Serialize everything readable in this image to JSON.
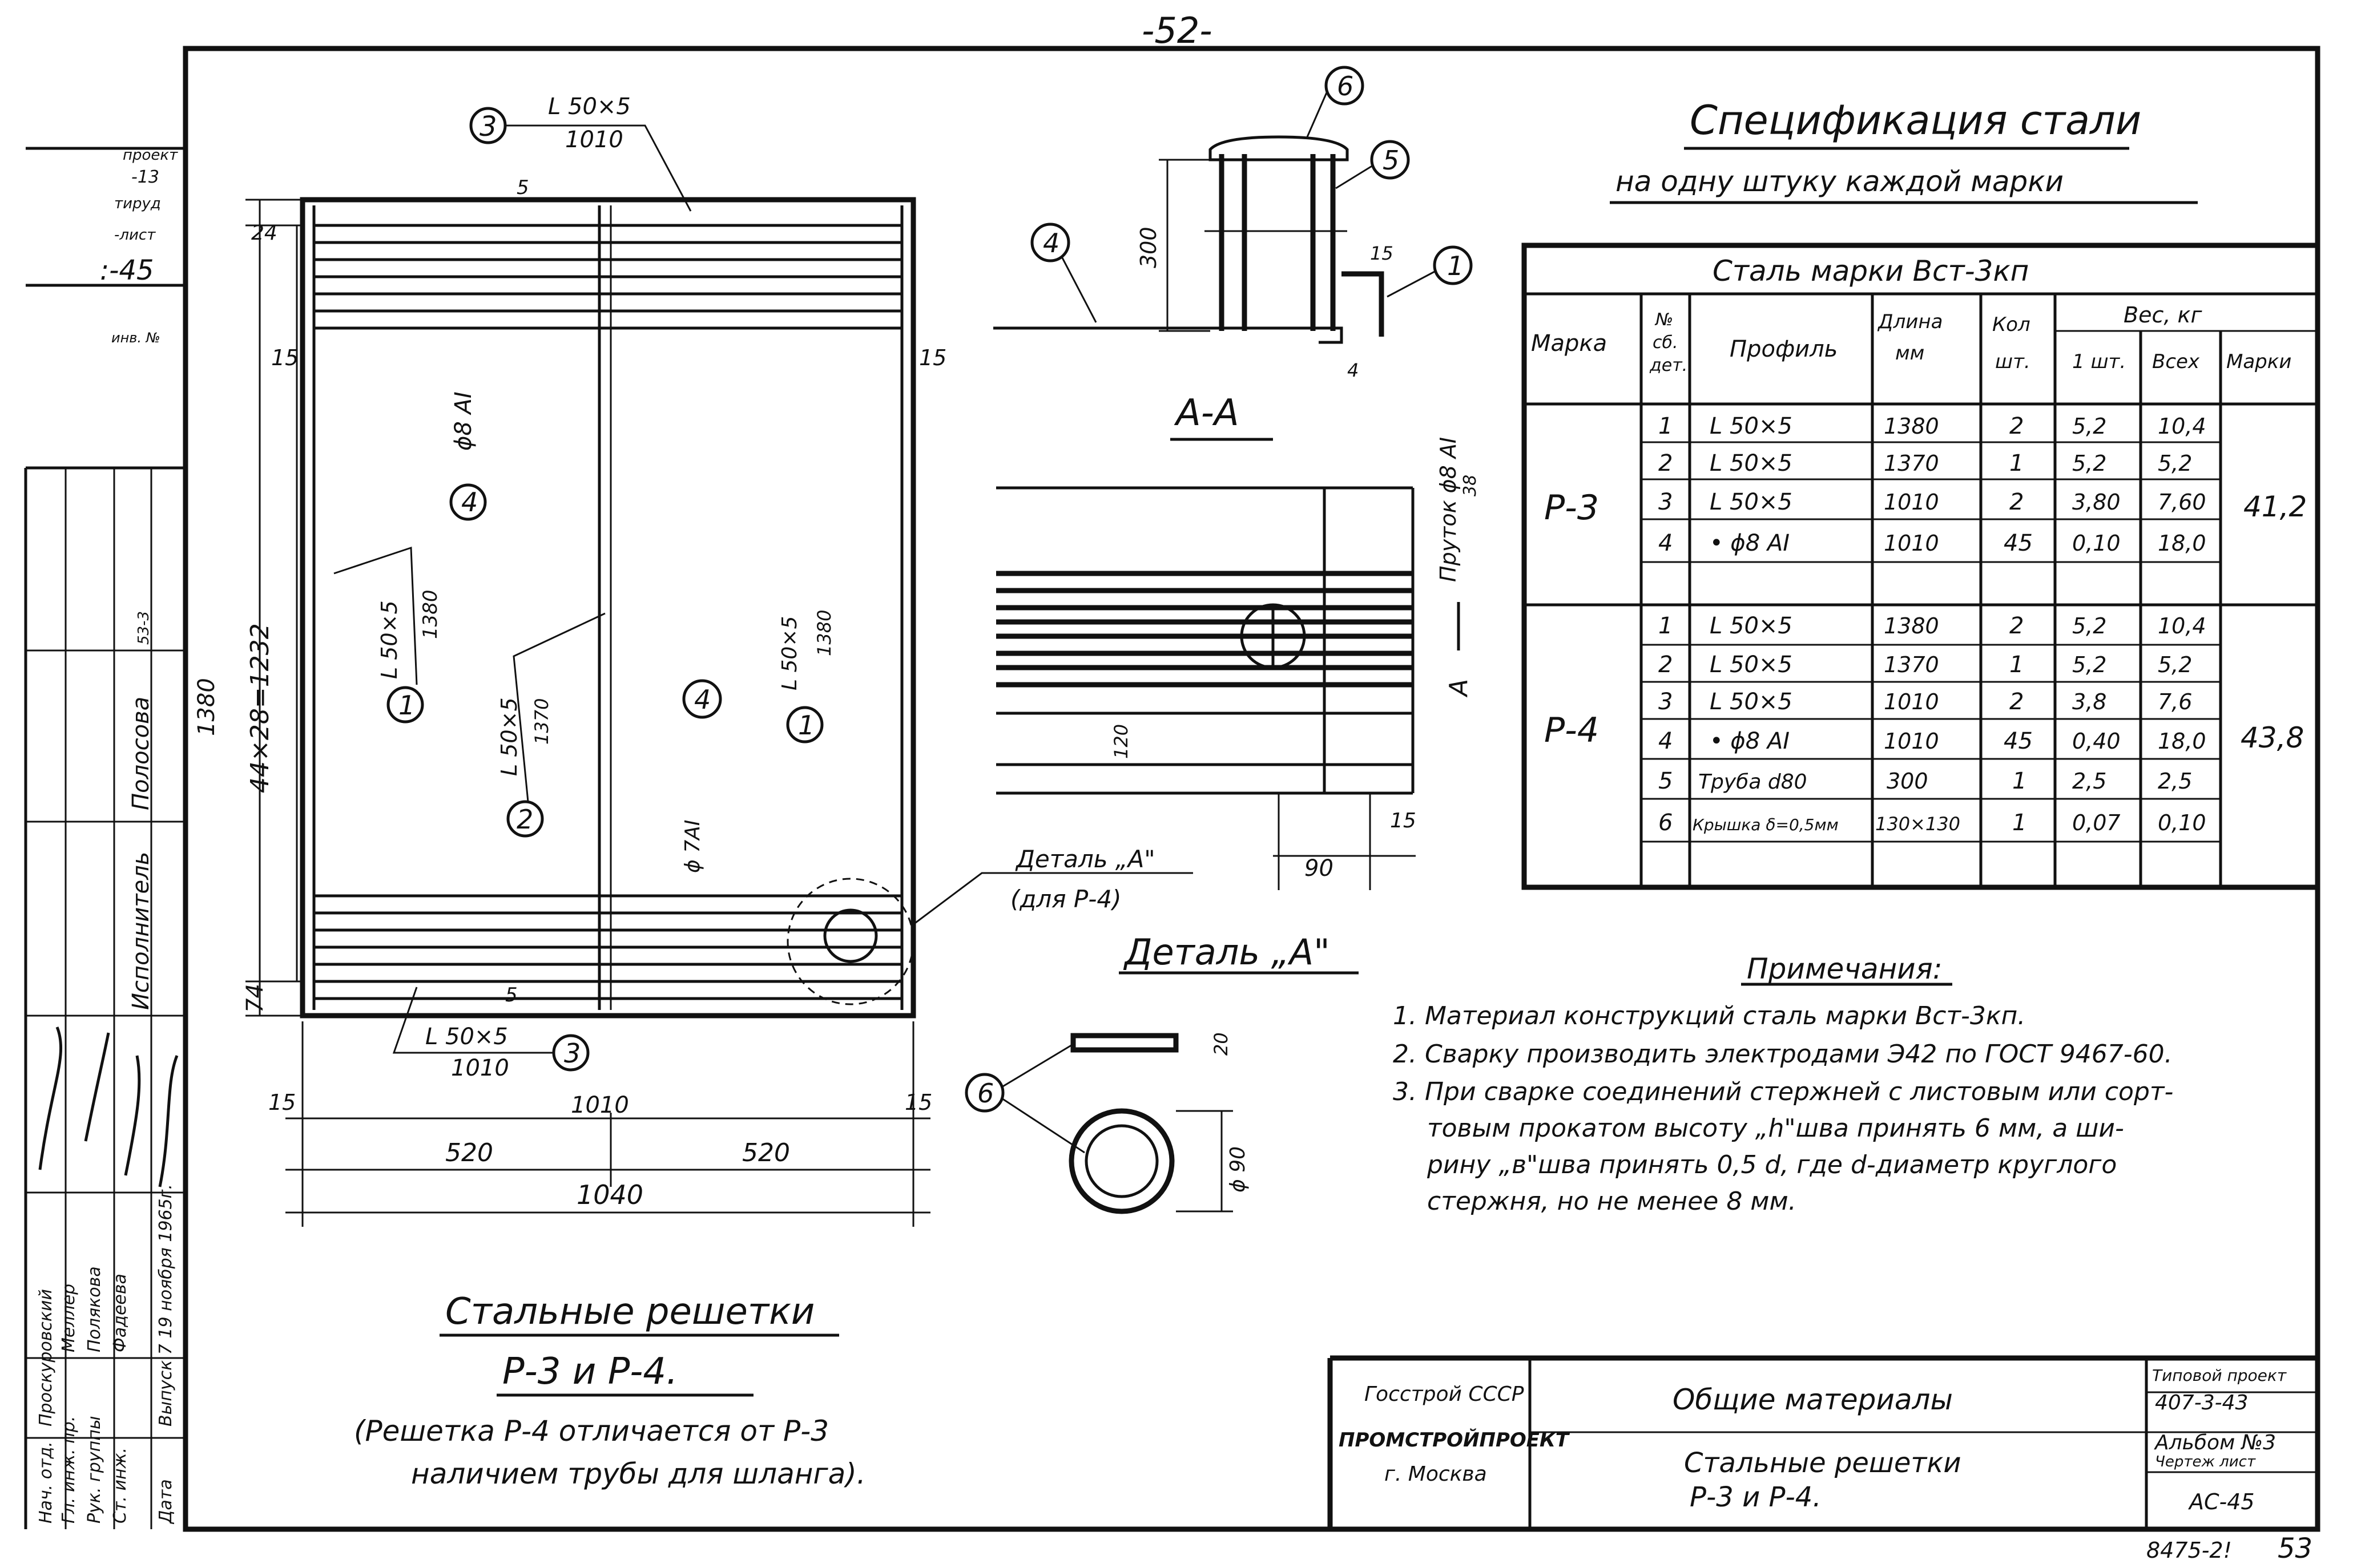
{
  "page_number": "-52-",
  "spec": {
    "title": "Спецификация стали",
    "subtitle": "на одну штуку каждой марки",
    "steel_grade_header": "Сталь марки Вст-3кп",
    "columns": {
      "mark": "Марка",
      "part_no_1": "№",
      "part_no_2": "сб.",
      "part_no_3": "дет.",
      "profile": "Профиль",
      "length_1": "Длина",
      "length_2": "мм",
      "qty_1": "Кол",
      "qty_2": "шт.",
      "weight_kg": "Вес, кг",
      "weight_one": "1 шт.",
      "weight_all": "Всех",
      "weight_mark": "Марки"
    },
    "groups": [
      {
        "mark": "Р-3",
        "total": "41,2",
        "rows": [
          {
            "no": "1",
            "profile": "L 50×5",
            "length": "1380",
            "qty": "2",
            "w1": "5,2",
            "wall": "10,4"
          },
          {
            "no": "2",
            "profile": "L 50×5",
            "length": "1370",
            "qty": "1",
            "w1": "5,2",
            "wall": "5,2"
          },
          {
            "no": "3",
            "profile": "L 50×5",
            "length": "1010",
            "qty": "2",
            "w1": "3,80",
            "wall": "7,60"
          },
          {
            "no": "4",
            "profile": "• ϕ8 AI",
            "length": "1010",
            "qty": "45",
            "w1": "0,10",
            "wall": "18,0"
          }
        ]
      },
      {
        "mark": "Р-4",
        "total": "43,8",
        "rows": [
          {
            "no": "1",
            "profile": "L 50×5",
            "length": "1380",
            "qty": "2",
            "w1": "5,2",
            "wall": "10,4"
          },
          {
            "no": "2",
            "profile": "L 50×5",
            "length": "1370",
            "qty": "1",
            "w1": "5,2",
            "wall": "5,2"
          },
          {
            "no": "3",
            "profile": "L 50×5",
            "length": "1010",
            "qty": "2",
            "w1": "3,8",
            "wall": "7,6"
          },
          {
            "no": "4",
            "profile": "• ϕ8 AI",
            "length": "1010",
            "qty": "45",
            "w1": "0,40",
            "wall": "18,0"
          },
          {
            "no": "5",
            "profile": "Труба d80",
            "length": "300",
            "qty": "1",
            "w1": "2,5",
            "wall": "2,5"
          },
          {
            "no": "6",
            "profile": "Крышка δ=0,5мм",
            "length": "130×130",
            "qty": "1",
            "w1": "0,07",
            "wall": "0,10"
          }
        ]
      }
    ]
  },
  "notes": {
    "title": "Примечания:",
    "items": [
      "1. Материал конструкций сталь марки Вст-3кп.",
      "2. Сварку производить электродами Э42 по ГОСТ 9467-60.",
      "3. При сварке соединений стержней с листовым или сорт-",
      "товым прокатом высоту „h\"шва принять 6 мм, а ши-",
      "рину „в\"шва принять 0,5 d, где d-диаметр круглого",
      "стержня, но не менее 8 мм."
    ]
  },
  "plan": {
    "callout_top_no": "3",
    "callout_top_profile": "L 50×5",
    "callout_top_len": "1010",
    "dim_24": "24",
    "dim_5_top": "5",
    "dim_15_left": "15",
    "dim_15_right": "15",
    "dim_height": "44×28=1232",
    "dim_total_h": "1380",
    "dim_74": "74",
    "label_1_no": "1",
    "label_1_profile": "L 50×5",
    "label_1_len": "1380",
    "label_2_no": "2",
    "label_2_profile": "L 50×5",
    "label_2_len": "1370",
    "label_4_no": "4",
    "label_4_rod": "ϕ8 AI",
    "label_4b_no": "4",
    "label_4b_rod": "ϕ 7AI",
    "label_1b_no": "1",
    "label_1b_profile": "L 50×5",
    "label_1b_len": "1380",
    "callout_bottom_no": "3",
    "callout_bottom_profile": "L 50×5",
    "callout_bottom_len": "1010",
    "dim_5_bottom": "5",
    "dim_15_bl": "15",
    "dim_15_br": "15",
    "dim_1010": "1010",
    "dim_520_left": "520",
    "dim_520_right": "520",
    "dim_1040": "1040",
    "detail_ref_1": "Деталь „А\"",
    "detail_ref_2": "(для Р-4)"
  },
  "section": {
    "title": "А-А",
    "callout_6": "6",
    "callout_5": "5",
    "callout_4": "4",
    "callout_1": "1",
    "dim_300": "300",
    "dim_15": "15",
    "dim_4": "4",
    "rod_label": "Пруток ϕ8 AI",
    "rod_len": "38",
    "cut_letter": "А",
    "dim_120": "120",
    "dim_15b": "15",
    "dim_90": "90"
  },
  "detail": {
    "title": "Деталь „А\"",
    "callout_6": "6",
    "dim_20": "20",
    "dim_d90": "ϕ 90"
  },
  "caption": {
    "title": "Стальные решетки",
    "subtitle": "Р-3 и Р-4.",
    "note_1": "(Решетка Р-4 отличается от Р-3",
    "note_2": "наличием трубы для шланга)."
  },
  "title_block": {
    "org_1": "Госстрой СССР",
    "org_2": "ПРОМСТРОЙПРОЕКТ",
    "org_3": "г. Москва",
    "title_1": "Общие материалы",
    "title_2": "Стальные решетки",
    "title_3": "Р-3 и Р-4.",
    "project_1": "Типовой проект",
    "project_2": "407-3-43",
    "project_3": "Альбом №3",
    "project_4": "Чертеж лист",
    "project_5": "АС-45"
  },
  "left_stamp": {
    "top_1": "проект",
    "top_2": "-13",
    "top_3": "тируд",
    "top_4": "-лист",
    "top_5": ":-45",
    "top_6": "инв. №",
    "executor": "Исполнитель",
    "executor_name": "Полосова",
    "roles": [
      "Нач. отд.",
      "Гл. инж. пр.",
      "Рук. группы",
      "Ст. инж.",
      "Дата"
    ],
    "names": [
      "Проскуровский",
      "Меллер",
      "Полякова",
      "Фадеева",
      "Выпуск 7  19 ноября  1965г."
    ],
    "sheet_mark": "53-3"
  },
  "footer": {
    "order_no": "8475-2!",
    "sheet": "53"
  }
}
